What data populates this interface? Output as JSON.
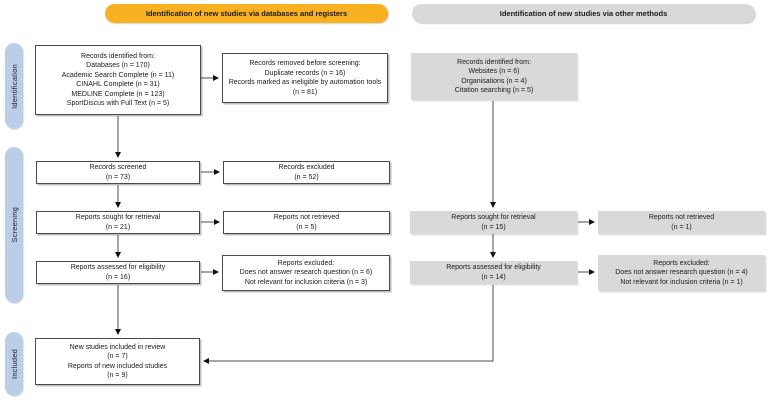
{
  "headers": {
    "databases": "Identification of new studies via databases and registers",
    "other": "Identification of new studies via other methods"
  },
  "stages": {
    "identification": "Identification",
    "screening": "Screening",
    "included": "Included"
  },
  "boxes": {
    "db_identified": "Records identified from:\nDatabases (n = 170)\nAcademic Search Complete (n = 11)\nCINAHL Complete (n = 31)\nMEDLINE Complete (n = 123)\nSportDiscus with Full Text (n = 5)",
    "records_removed": "Records removed before screening:\nDuplicate records (n = 16)\nRecords marked as ineligible by automation tools (n = 81)",
    "records_screened": "Records screened\n(n = 73)",
    "records_excluded": "Records excluded\n(n = 52)",
    "reports_sought_db": "Reports sought for retrieval\n(n = 21)",
    "reports_not_retrieved_db": "Reports not retrieved\n(n = 5)",
    "reports_assessed_db": "Reports assessed for eligibility\n(n = 16)",
    "reports_excluded_db": "Reports excluded:\nDoes not answer research question (n = 6)\nNot relevant for inclusion criteria (n = 3)",
    "other_identified": "Records identified from:\nWebsites (n = 6)\nOrganisations (n = 4)\nCitation searching (n = 5)",
    "reports_sought_other": "Reports sought for retrieval\n(n = 15)",
    "reports_not_retrieved_other": "Reports not retrieved\n(n = 1)",
    "reports_assessed_other": "Reports assessed for eligibility\n(n = 14)",
    "reports_excluded_other": "Reports excluded:\nDoes not answer research question (n = 4)\nNot relevant for inclusion criteria (n = 1)",
    "included_studies": "New studies included in review\n(n = 7)\nReports of new included studies\n(n = 9)"
  },
  "colors": {
    "header_databases": "#F9B021",
    "header_other": "#D9D9D9",
    "stage_label": "#BACEEA",
    "gray_box": "#D9D9D9",
    "box_border": "#4a4a4a",
    "connector": "#4d4d4d"
  }
}
